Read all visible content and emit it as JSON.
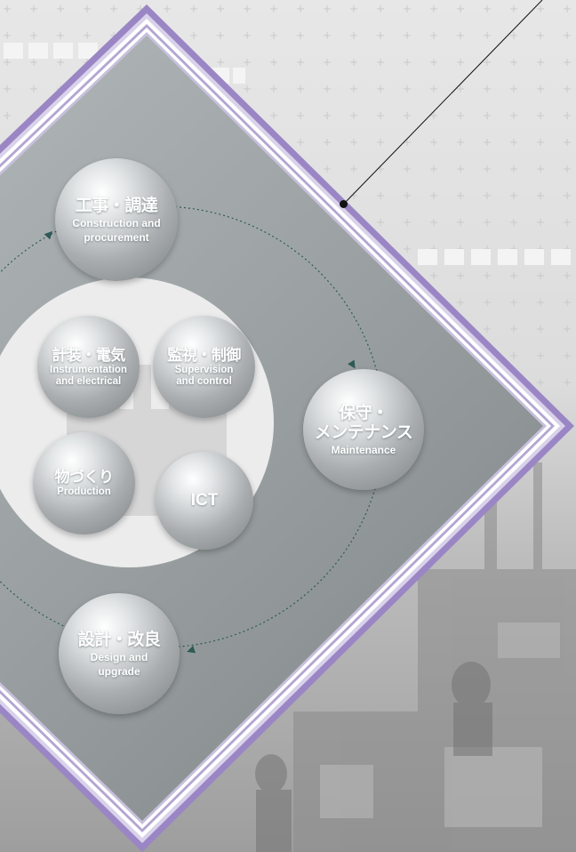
{
  "diagram": {
    "outer_cycle": [
      {
        "id": "construction",
        "jp": "工事・調達",
        "en_line1": "Construction and",
        "en_line2": "procurement"
      },
      {
        "id": "maintenance",
        "jp_line1": "保守・",
        "jp_line2": "メンテナンス",
        "en": "Maintenance"
      },
      {
        "id": "design",
        "jp": "設計・改良",
        "en_line1": "Design and",
        "en_line2": "upgrade"
      }
    ],
    "core": [
      {
        "id": "instrumentation",
        "jp": "計装・電気",
        "en_line1": "Instrumentation",
        "en_line2": "and electrical"
      },
      {
        "id": "supervision",
        "jp": "監視・制御",
        "en_line1": "Supervision",
        "en_line2": "and control"
      },
      {
        "id": "production",
        "jp": "物づくり",
        "en": "Production"
      },
      {
        "id": "ict",
        "label": "ICT"
      }
    ]
  },
  "colors": {
    "accent_purple": "#9a86c4",
    "arrow_teal": "#2e5a57",
    "panel_gray": "#8e9496"
  }
}
